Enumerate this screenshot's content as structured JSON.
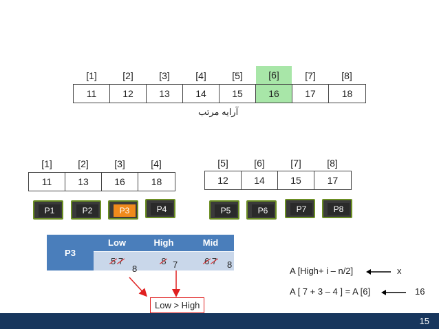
{
  "main_array": {
    "indices": [
      "[1]",
      "[2]",
      "[3]",
      "[4]",
      "[5]",
      "[6]",
      "[7]",
      "[8]"
    ],
    "values": [
      "11",
      "12",
      "13",
      "14",
      "15",
      "16",
      "17",
      "18"
    ],
    "highlight_index": 5,
    "highlight_color": "#a8e6a8",
    "caption": "آرایه مرتب"
  },
  "left_array": {
    "indices": [
      "[1]",
      "[2]",
      "[3]",
      "[4]"
    ],
    "values": [
      "11",
      "13",
      "16",
      "18"
    ]
  },
  "right_array": {
    "indices": [
      "[5]",
      "[6]",
      "[7]",
      "[8]"
    ],
    "values": [
      "12",
      "14",
      "15",
      "17"
    ]
  },
  "processors": [
    "P1",
    "P2",
    "P3",
    "P4",
    "P5",
    "P6",
    "P7",
    "P8"
  ],
  "active_processor_color": "#f08a1c",
  "p3_table": {
    "row_label": "P3",
    "headers": [
      "Low",
      "High",
      "Mid"
    ],
    "low_old": [
      "5",
      "7"
    ],
    "low_new": "8",
    "high_old": "8",
    "high_new": "7",
    "mid_old": [
      "6",
      "7"
    ],
    "mid_new": "8"
  },
  "condition_box": "Low > High",
  "formulas": {
    "line1": "A [High+ i – n/2]",
    "line1_result": "x",
    "line2": "A [ 7 + 3 – 4 ] = A [6]",
    "line2_result": "16"
  },
  "page_number": "15",
  "colors": {
    "footer": "#17365d",
    "table_header": "#4a7ebb",
    "table_body": "#c9d7ea",
    "strike": "#e02020",
    "arrow_red": "#e02020"
  }
}
